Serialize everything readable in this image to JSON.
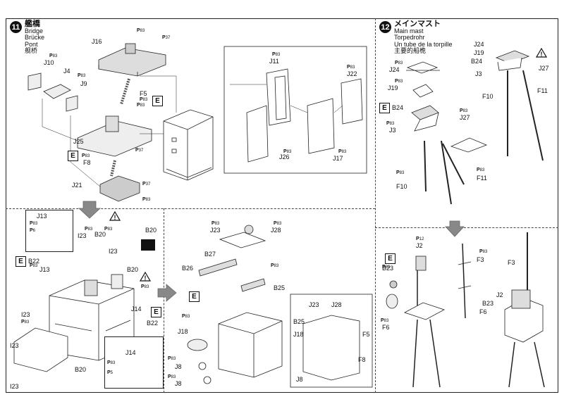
{
  "step11": {
    "number": "11",
    "title_jp": "艦橋",
    "title_en": "Bridge",
    "title_de": "Brücke",
    "title_fr": "Pont",
    "title_cn": "舰桥"
  },
  "step12": {
    "number": "12",
    "title_jp": "メインマスト",
    "title_en": "Main mast",
    "title_de": "Torpedrohr",
    "title_fr": "Un tube de la torpille",
    "title_cn": "主要的船桅"
  },
  "labels": {
    "j16": "J16",
    "j10": "J10",
    "j4": "J4",
    "j9": "J9",
    "f5": "F5",
    "j25": "J25",
    "f8": "F8",
    "j21": "J21",
    "j11": "J11",
    "j22": "J22",
    "j26": "J26",
    "j17": "J17",
    "j13a": "J13",
    "b20a": "B20",
    "b20b": "B20",
    "i23a": "I23",
    "i23b": "I23",
    "b22a": "B22",
    "j13b": "J13",
    "b20c": "B20",
    "i23c": "I23",
    "j14a": "J14",
    "b22b": "B22",
    "i23d": "I23",
    "b20d": "B20",
    "i23e": "I23",
    "j14b": "J14",
    "j23a": "J23",
    "j28a": "J28",
    "b27": "B27",
    "b26": "B26",
    "b25a": "B25",
    "j18a": "J18",
    "j8a": "J8",
    "j8b": "J8",
    "j23b": "J23",
    "j28b": "J28",
    "b25b": "B25",
    "j18b": "J18",
    "f5b": "F5",
    "f8b": "F8",
    "j8c": "J8",
    "j24a": "J24",
    "j19a": "J19",
    "b24a": "B24",
    "j3a": "J3",
    "j27a": "J27",
    "f10a": "F10",
    "f11a": "F11",
    "j24b": "J24",
    "j19b": "J19",
    "b24b": "B24",
    "j3b": "J3",
    "j27b": "J27",
    "f10b": "F10",
    "f11b": "F11",
    "j2a": "J2",
    "b23a": "B23",
    "f3a": "F3",
    "f6a": "F6",
    "f3b": "F3",
    "j2b": "J2",
    "b23b": "B23",
    "f6b": "F6"
  },
  "part_tags": {
    "p83": "83",
    "p37": "37",
    "p6": "6",
    "p5": "5",
    "p12": "12",
    "prefix": "P"
  },
  "e_mark": "E",
  "icon_names": [
    "warning-triangle-icon",
    "arrow-down-icon",
    "arrow-right-icon",
    "paint-icon"
  ]
}
